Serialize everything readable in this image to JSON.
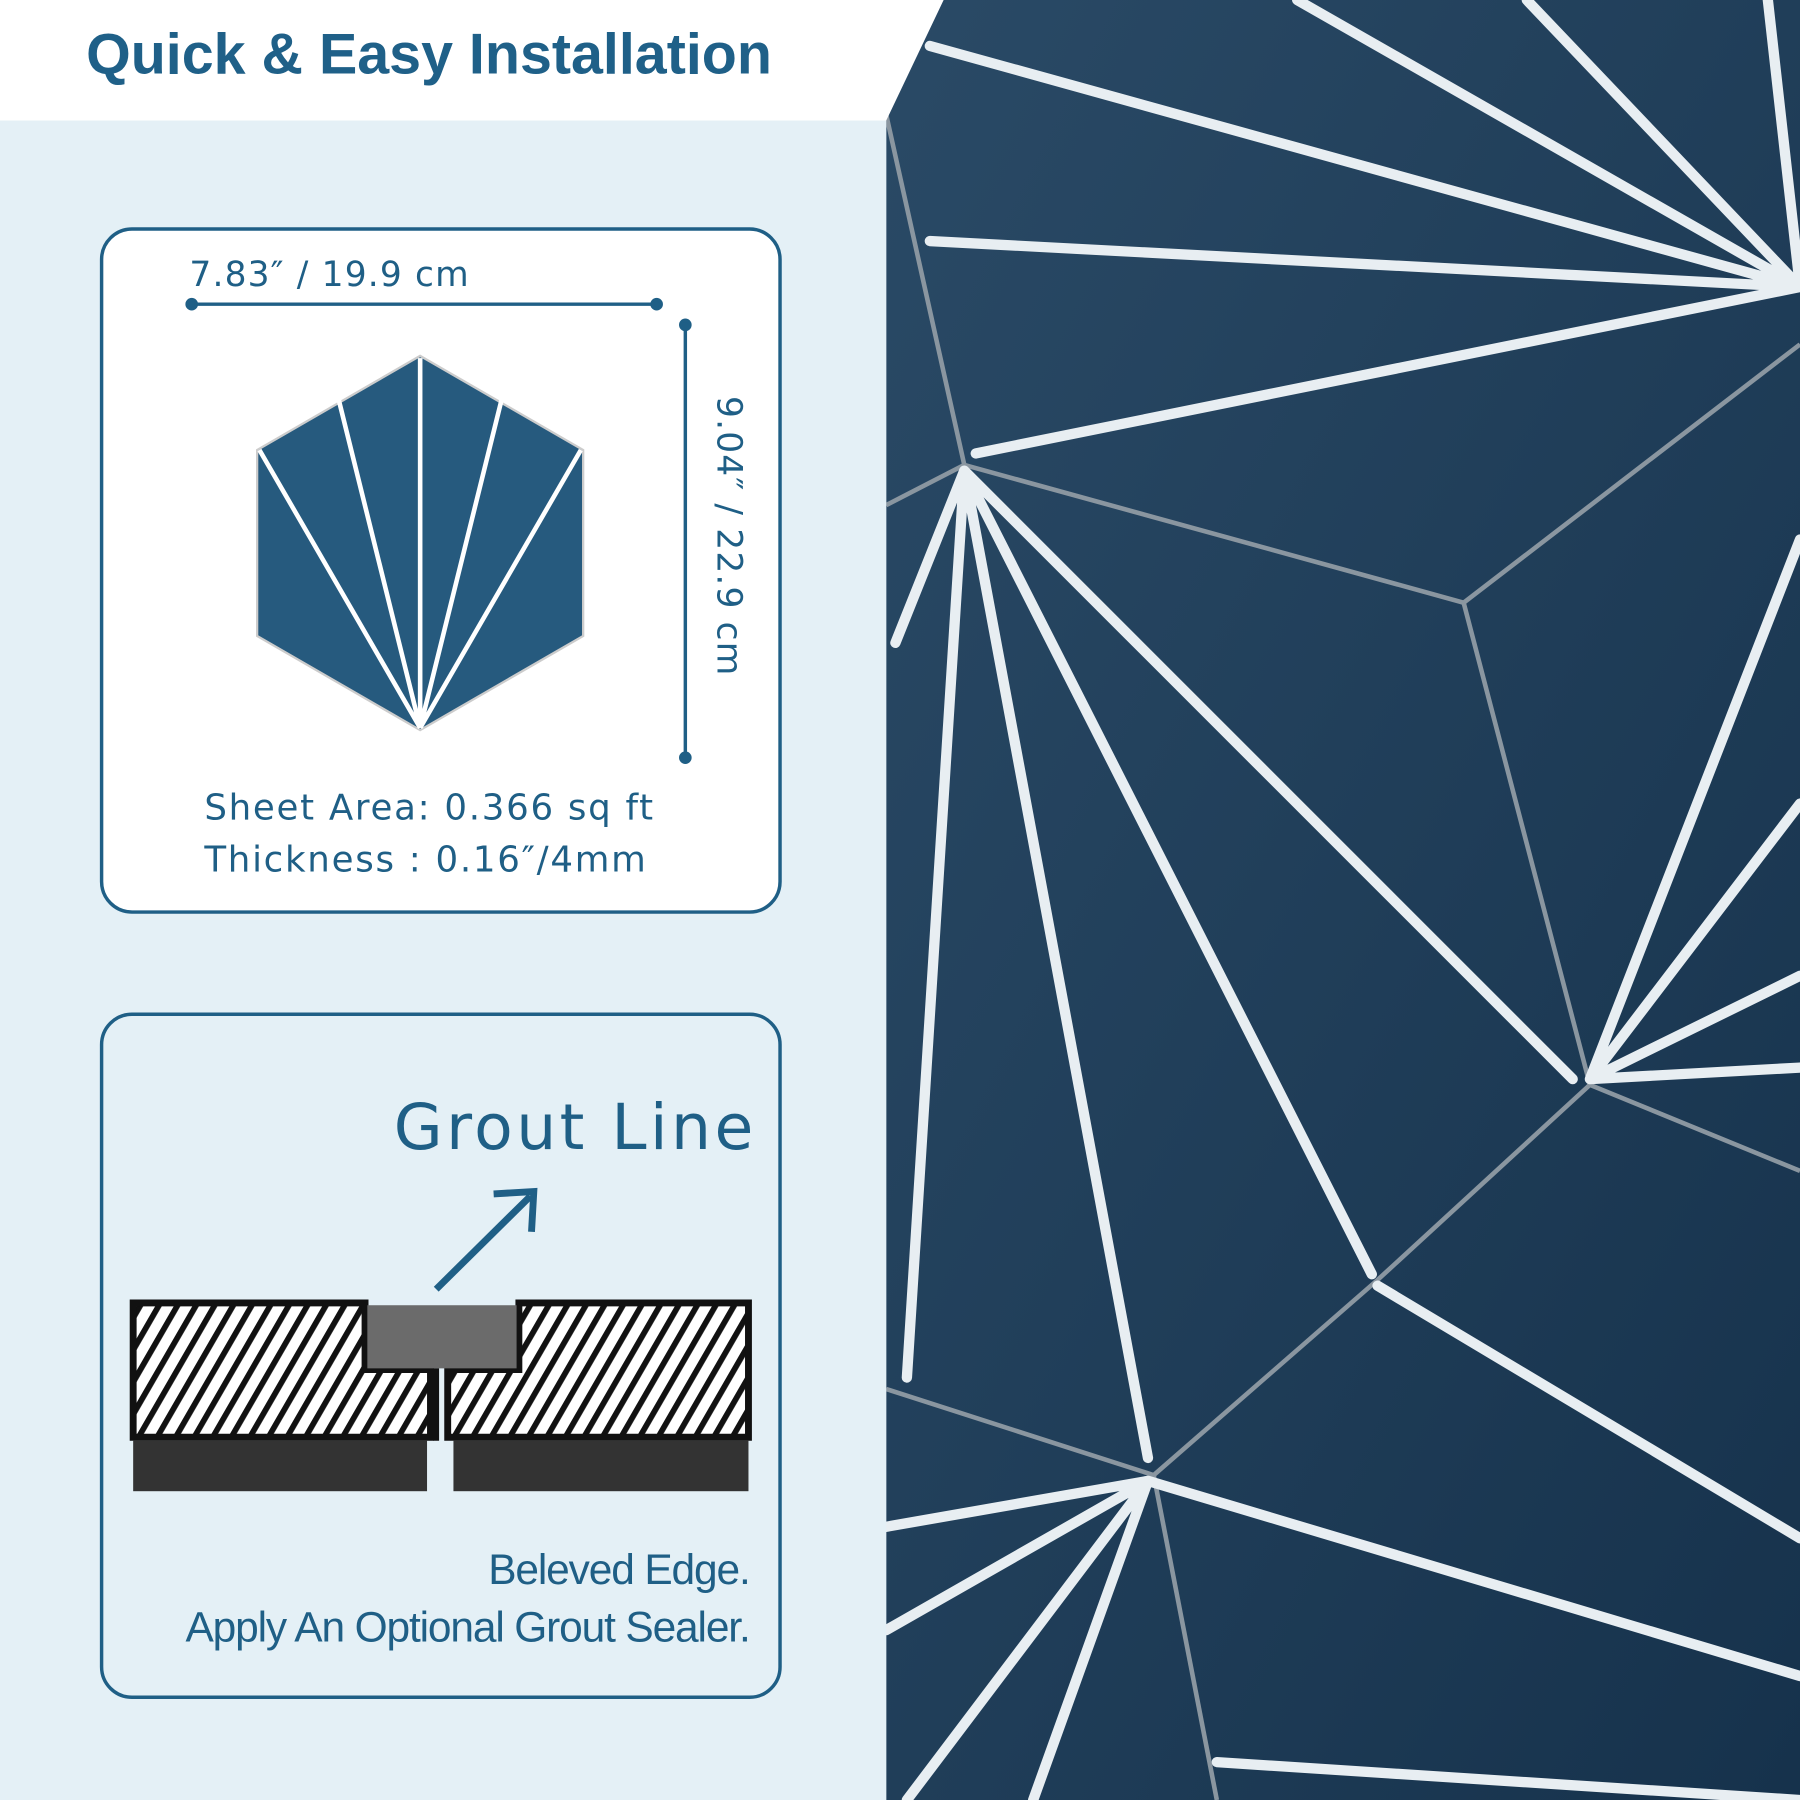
{
  "header": {
    "title": "Quick & Easy Installation"
  },
  "size_card": {
    "width_label": "7.83″ / 19.9 cm",
    "height_label": "9.04″ / 22.9 cm",
    "sheet_area": "Sheet Area: 0.366 sq ft",
    "thickness": "Thickness : 0.16″/4mm"
  },
  "grout_card": {
    "title": "Grout Line",
    "note_line1": "Beleved Edge.",
    "note_line2": "Apply An Optional Grout Sealer."
  },
  "colors": {
    "brand": "#1f5f86",
    "tile": "#1b3a55",
    "panel": "#e4f0f6"
  }
}
